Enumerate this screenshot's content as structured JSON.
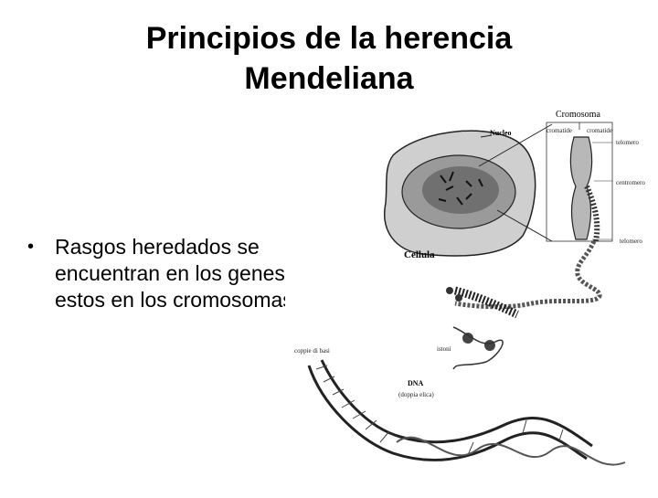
{
  "slide": {
    "title_line1": "Principios de la herencia",
    "title_line2": "Mendeliana",
    "bullet_marker": "•",
    "bullet_text": "Rasgos heredados se encuentran en los genes y estos en los cromosomas"
  },
  "figure": {
    "labels": {
      "cromosoma": "Cromosoma",
      "cromatide1": "cromatide",
      "cromatide2": "cromatide",
      "telomero": "telomero",
      "centromero": "centromero",
      "telomero2": "telomero",
      "nucleo": "Nucleo",
      "cellula": "Cellula",
      "istoni": "istoni",
      "coppie_basi": "coppie di basi",
      "dna": "DNA",
      "doppia_elica": "(doppia elica)"
    }
  }
}
